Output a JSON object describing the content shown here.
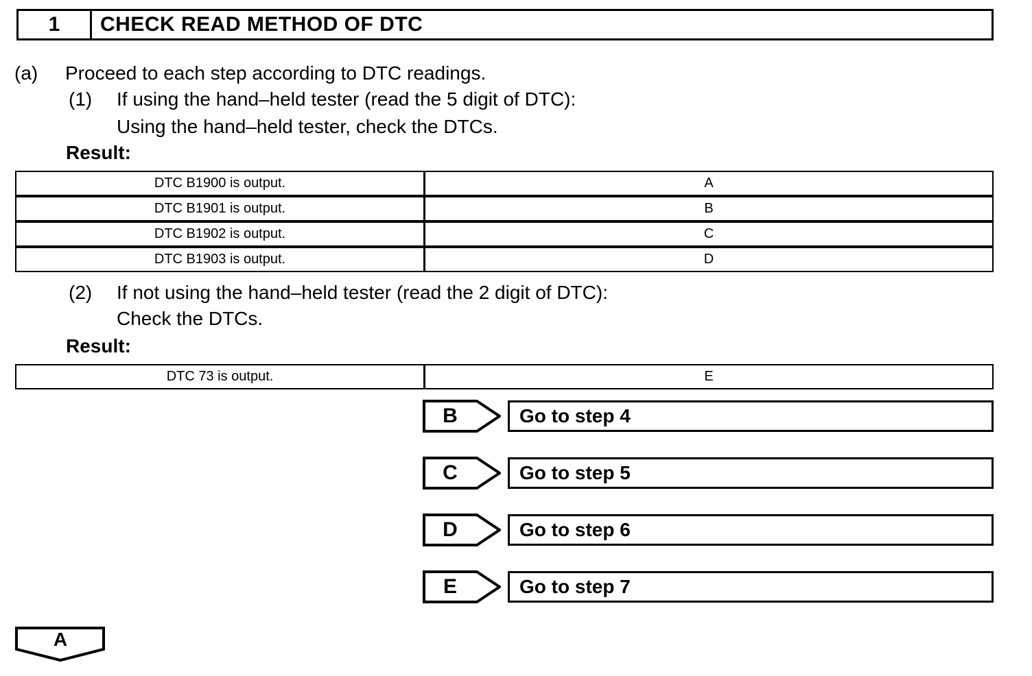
{
  "page": {
    "header": {
      "number": "1",
      "title": "CHECK READ METHOD OF DTC"
    },
    "steps": {
      "a_label": "(a)",
      "a_text": "Proceed to each step according to DTC readings.",
      "s1_label": "(1)",
      "s1_text": "If using the hand–held tester (read the 5 digit of DTC):",
      "s1_text2": "Using the hand–held tester, check the DTCs.",
      "result1_label": "Result:",
      "s2_label": "(2)",
      "s2_text": "If not using the hand–held tester (read the 2 digit of DTC):",
      "s2_text2": "Check the DTCs.",
      "result2_label": "Result:"
    },
    "table1": {
      "rows": [
        {
          "condition": "DTC B1900 is output.",
          "proceed": "A"
        },
        {
          "condition": "DTC B1901 is output.",
          "proceed": "B"
        },
        {
          "condition": "DTC B1902 is output.",
          "proceed": "C"
        },
        {
          "condition": "DTC B1903 is output.",
          "proceed": "D"
        }
      ]
    },
    "table2": {
      "rows": [
        {
          "condition": "DTC 73 is output.",
          "proceed": "E"
        }
      ]
    },
    "branches": [
      {
        "label": "B",
        "action": "Go to step 4"
      },
      {
        "label": "C",
        "action": "Go to step 5"
      },
      {
        "label": "D",
        "action": "Go to step 6"
      },
      {
        "label": "E",
        "action": "Go to step 7"
      }
    ],
    "connector": {
      "label": "A"
    },
    "colors": {
      "ink": "#000000",
      "paper": "#ffffff"
    }
  }
}
